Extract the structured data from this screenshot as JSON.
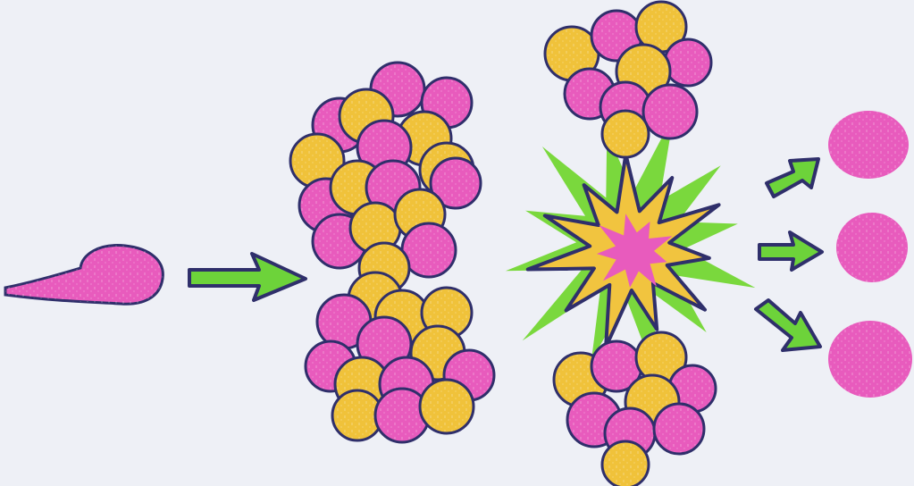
{
  "diagram": {
    "kind": "nuclear-fission-illustration",
    "stages": [
      "incoming-neutron",
      "heavy-nucleus",
      "fission-burst",
      "fission-fragments",
      "released-neutrons"
    ],
    "released_neutron_count": 3
  },
  "colors": {
    "background": "#eef0f6",
    "neutron": "#e85bbd",
    "proton": "#f0c23a",
    "outline": "#2f2f6b",
    "arrow": "#6dd33a",
    "burst_outer": "#7ad83d",
    "burst_inner": "#f1c43f",
    "burst_core": "#e85bbd"
  },
  "icons": {
    "arrow": "right-arrow-icon",
    "burst": "explosion-icon"
  }
}
